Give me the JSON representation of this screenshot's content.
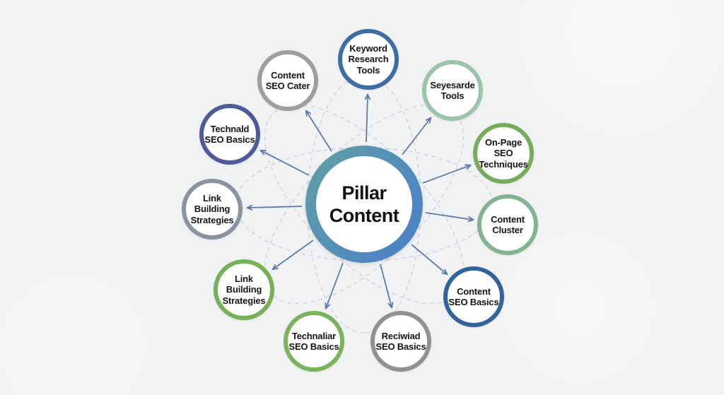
{
  "diagram": {
    "type": "hub-and-spoke",
    "center": {
      "label": "Pillar Content",
      "lines": [
        "Pillar",
        "Content"
      ]
    },
    "nodes": [
      {
        "label": "Keyword Research Tools",
        "lines": [
          "Keyword",
          "Research",
          "Tools"
        ],
        "ring_color": "#3c6da4"
      },
      {
        "label": "Content SEO Cater",
        "lines": [
          "Content",
          "SEO Cater"
        ],
        "ring_color": "#9e9e9e"
      },
      {
        "label": "Seyesarde Tools",
        "lines": [
          "Seyesarde",
          "Tools"
        ],
        "ring_color": "#9cc3ab"
      },
      {
        "label": "Technald SEO Basics",
        "lines": [
          "Technald",
          "SEO Basics"
        ],
        "ring_color": "#4d5b99"
      },
      {
        "label": "On-Page SEO Techniques",
        "lines": [
          "On-Page SEO",
          "Techniques"
        ],
        "ring_color": "#76ac5b"
      },
      {
        "label": "Link Building Strategies",
        "lines": [
          "Link Building",
          "Strategies"
        ],
        "ring_color": "#8c93a0"
      },
      {
        "label": "Content Cluster",
        "lines": [
          "Content",
          "Cluster"
        ],
        "ring_color": "#84b391"
      },
      {
        "label": "Link Building Strategies",
        "lines": [
          "Link Building",
          "Strategies"
        ],
        "ring_color": "#76b058"
      },
      {
        "label": "Content SEO Basics",
        "lines": [
          "Content",
          "SEO Basics"
        ],
        "ring_color": "#30649a"
      },
      {
        "label": "Technaliar SEO Basics",
        "lines": [
          "Technaliar",
          "SEO Basics"
        ],
        "ring_color": "#7bb35d"
      },
      {
        "label": "Reciwiad SEO Basics",
        "lines": [
          "Reciwiad",
          "SEO Basics"
        ],
        "ring_color": "#919191"
      }
    ],
    "colors": {
      "center_ring_gradient_start": "#5f9ea8",
      "center_ring_gradient_end": "#4b82c6",
      "connector_arrow": "#5d7ca9",
      "orbit_dash": "#c6ccd4",
      "background": "#f1f2f4",
      "text": "#161616"
    }
  }
}
